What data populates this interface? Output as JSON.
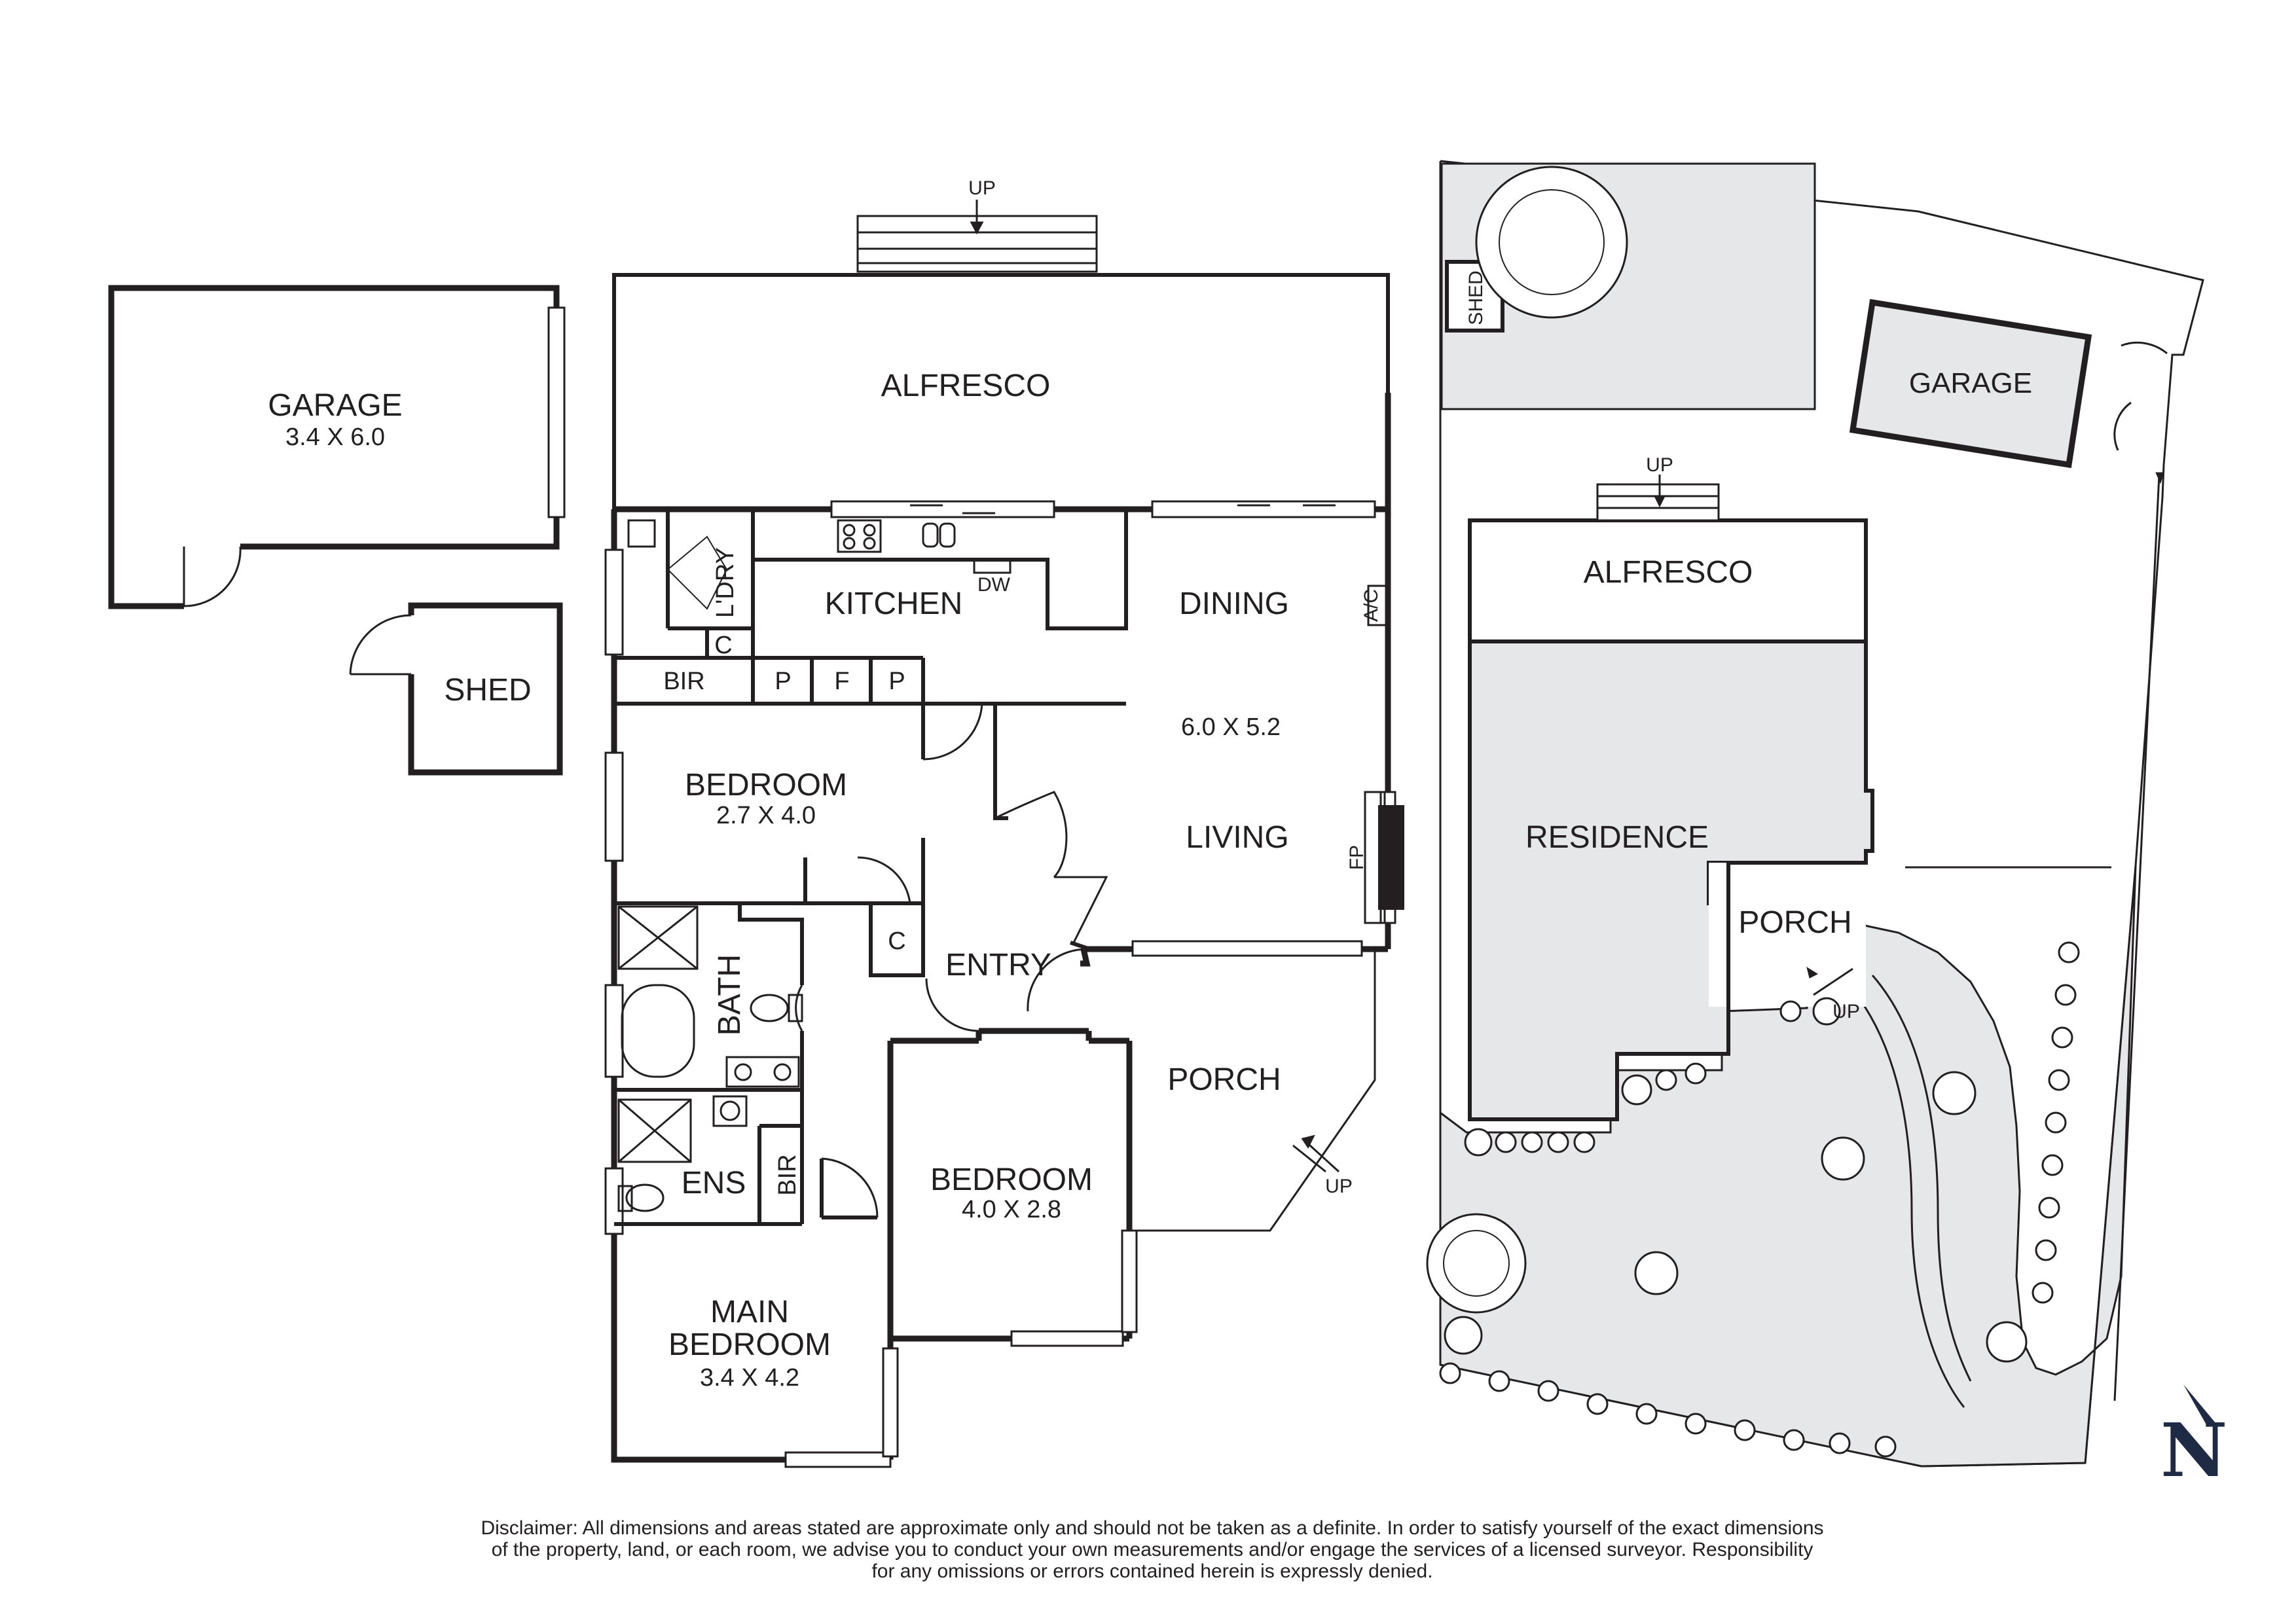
{
  "floor_plan": {
    "rooms": {
      "garage": {
        "name": "GARAGE",
        "size": "3.4 X 6.0"
      },
      "shed": {
        "name": "SHED"
      },
      "alfresco": {
        "name": "ALFRESCO",
        "stairs": "UP"
      },
      "laundry": {
        "name": "L'DRY"
      },
      "linen_cupboard": {
        "name": "C"
      },
      "kitchen": {
        "name": "KITCHEN",
        "dishwasher": "DW"
      },
      "dining": {
        "name": "DINING",
        "ac": "A/C"
      },
      "living_dining_size": "6.0 X 5.2",
      "living": {
        "name": "LIVING",
        "fireplace": "FP"
      },
      "bir_hall": "BIR",
      "pantry_1": "P",
      "fridge": "F",
      "pantry_2": "P",
      "bedroom_2": {
        "name": "BEDROOM",
        "size": "2.7 X 4.0"
      },
      "hall_cupboard": "C",
      "entry": {
        "name": "ENTRY"
      },
      "bath": {
        "name": "BATH"
      },
      "ensuite": {
        "name": "ENS"
      },
      "ensuite_bir": "BIR",
      "bedroom_3": {
        "name": "BEDROOM",
        "size": "4.0 X 2.8"
      },
      "porch": {
        "name": "PORCH",
        "stairs": "UP"
      },
      "main_bedroom": {
        "name_line1": "MAIN",
        "name_line2": "BEDROOM",
        "size": "3.4 X 4.2"
      }
    }
  },
  "site_plan": {
    "shed": "SHED",
    "garage": "GARAGE",
    "alfresco": "ALFRESCO",
    "alfresco_stairs": "UP",
    "residence": "RESIDENCE",
    "porch": "PORCH",
    "porch_stairs": "UP",
    "north": "N"
  },
  "disclaimer": [
    "Disclaimer: All dimensions and areas stated are approximate only and should not be taken as a definite. In order to satisfy yourself of the exact dimensions",
    "of the property, land, or each room, we advise you to conduct your own measurements and/or engage the services of a licensed surveyor. Responsibility",
    "for any omissions or errors contained herein is expressly denied."
  ],
  "colors": {
    "wall": "#231f20",
    "site_fill": "#e6e7e8",
    "north_accent": "#1f2a44"
  }
}
